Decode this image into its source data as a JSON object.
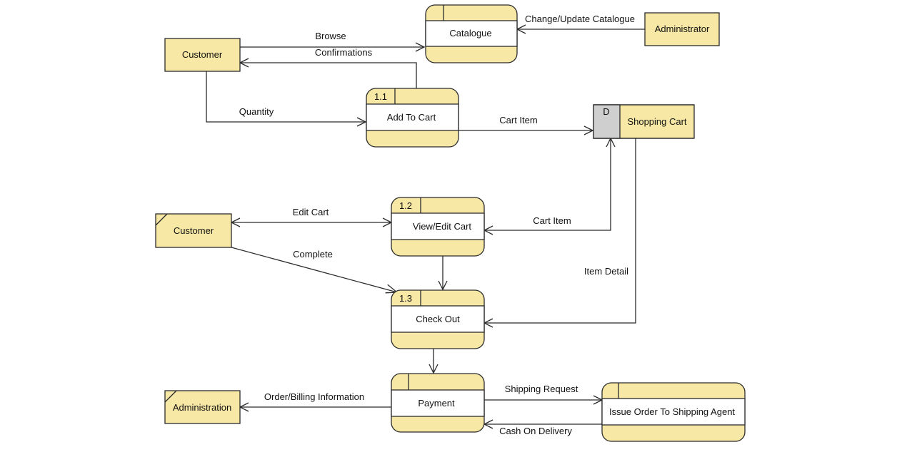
{
  "colors": {
    "shape_fill": "#f7e9a5",
    "stroke": "#2b2b2b",
    "store_id_fill": "#cfcfcf",
    "band_fill": "#ffffff"
  },
  "entities": {
    "customer_1": "Customer",
    "customer_2": "Customer",
    "administrator": "Administrator",
    "administration": "Administration"
  },
  "processes": {
    "catalogue": {
      "id": "",
      "name": "Catalogue"
    },
    "add_to_cart": {
      "id": "1.1",
      "name": "Add To Cart"
    },
    "view_edit_cart": {
      "id": "1.2",
      "name": "View/Edit Cart"
    },
    "check_out": {
      "id": "1.3",
      "name": "Check Out"
    },
    "payment": {
      "id": "",
      "name": "Payment"
    },
    "issue_order": {
      "id": "",
      "name": "Issue Order To Shipping Agent"
    }
  },
  "data_store": {
    "id": "D",
    "name": "Shopping Cart"
  },
  "flows": {
    "browse": "Browse",
    "confirmations": "Confirmations",
    "change_update_catalogue": "Change/Update Catalogue",
    "quantity": "Quantity",
    "cart_item_1": "Cart Item",
    "edit_cart": "Edit Cart",
    "cart_item_2": "Cart Item",
    "complete": "Complete",
    "item_detail": "Item Detail",
    "order_billing": "Order/Billing Information",
    "shipping_request": "Shipping Request",
    "cash_on_delivery": "Cash On Delivery"
  }
}
